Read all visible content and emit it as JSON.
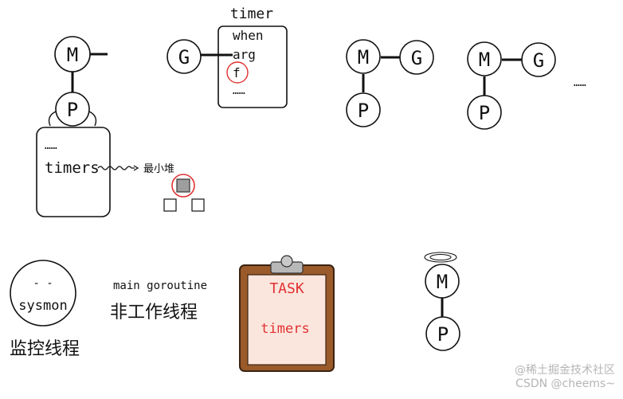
{
  "nodes": {
    "m": "M",
    "p": "P",
    "g": "G"
  },
  "timer": {
    "title": "timer",
    "fields": [
      "when",
      "arg",
      "f",
      "……"
    ]
  },
  "p_box": {
    "ellipsis": "……",
    "timers_label": "timers",
    "heap_label": "最小堆"
  },
  "more": "……",
  "sysmon": {
    "eyes": "- -",
    "label": "sysmon",
    "caption": "监控线程"
  },
  "main_goroutine": {
    "label": "main goroutine",
    "caption": "非工作线程"
  },
  "task": {
    "title": "TASK",
    "item": "timers"
  },
  "watermark": "@稀土掘金技术社区\nCSDN @cheems~",
  "colors": {
    "accent_red": "#e03131",
    "clipboard_brown": "#9a5a2a",
    "paper": "#fbe6de"
  }
}
